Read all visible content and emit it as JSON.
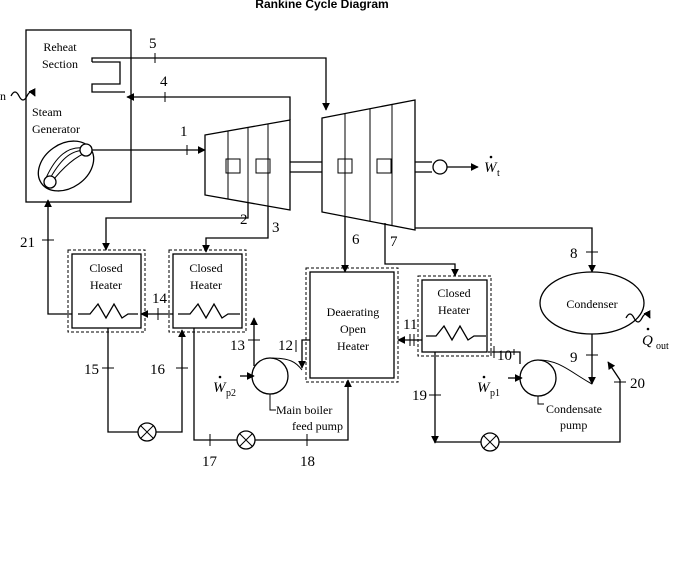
{
  "title": "Rankine Cycle Diagram",
  "components": {
    "reheat_section": [
      "Reheat",
      "Section"
    ],
    "steam_generator": [
      "Steam",
      "Generator"
    ],
    "heat_in_label": "n",
    "closed_heater_1": [
      "Closed",
      "Heater"
    ],
    "closed_heater_2": [
      "Closed",
      "Heater"
    ],
    "closed_heater_3": [
      "Closed",
      "Heater"
    ],
    "deaerating_heater": [
      "Deaerating",
      "Open",
      "Heater"
    ],
    "condenser": "Condenser",
    "main_boiler_feed_pump": [
      "Main boiler",
      "feed pump"
    ],
    "condensate_pump": [
      "Condensate",
      "pump"
    ]
  },
  "work_labels": {
    "turbine": {
      "symbol": "W",
      "sub": "t"
    },
    "pump2": {
      "symbol": "W",
      "sub": "p2"
    },
    "pump1": {
      "symbol": "W",
      "sub": "p1"
    },
    "heat_out": {
      "symbol": "Q",
      "sub": "out"
    }
  },
  "state_numbers": [
    "1",
    "2",
    "3",
    "4",
    "5",
    "6",
    "7",
    "8",
    "9",
    "10",
    "11",
    "12",
    "13",
    "14",
    "15",
    "16",
    "17",
    "18",
    "19",
    "20",
    "21"
  ]
}
